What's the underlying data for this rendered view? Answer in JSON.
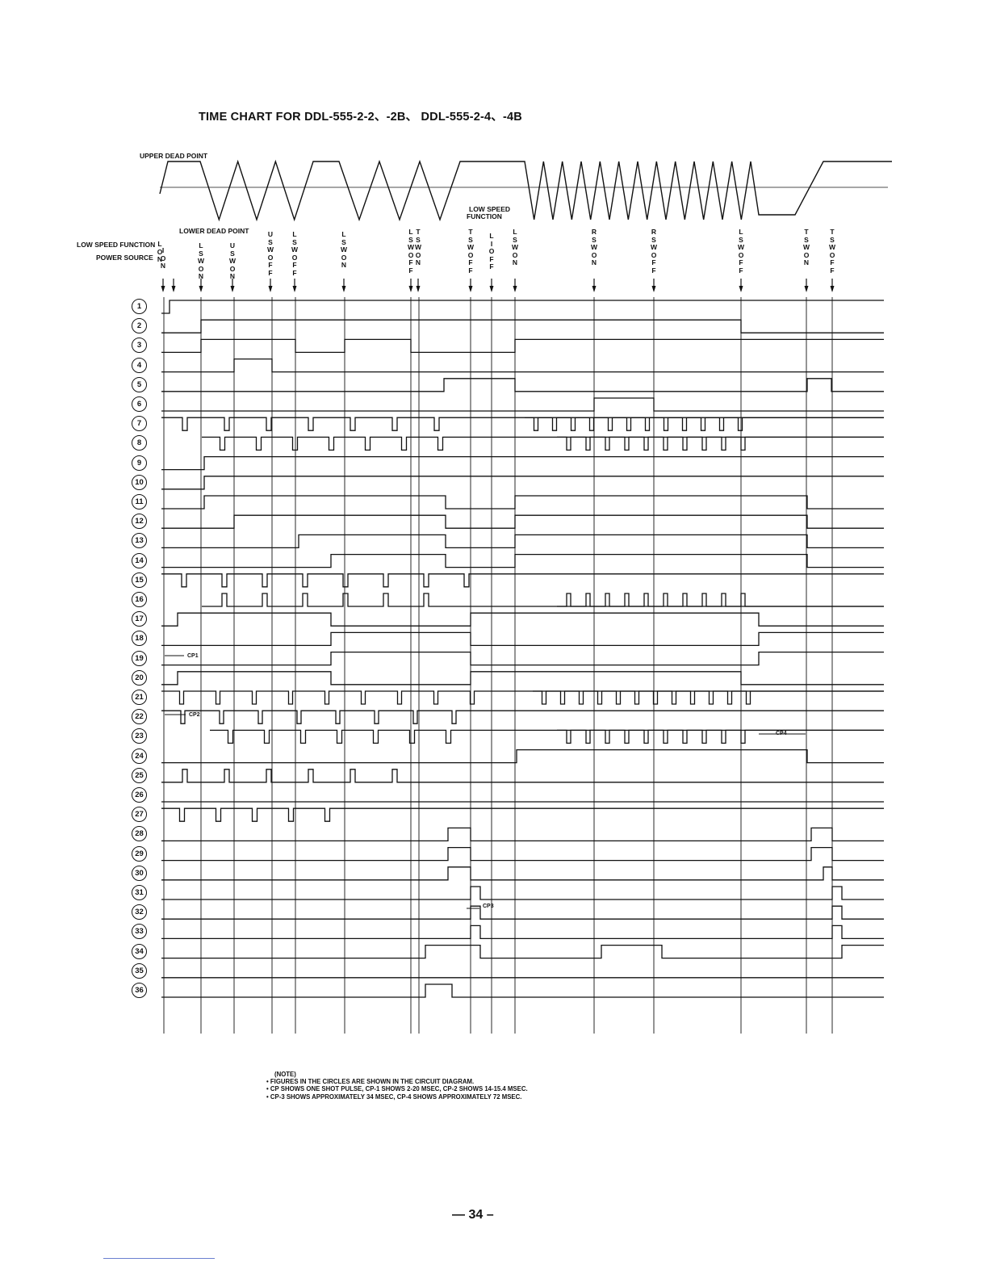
{
  "title": "TIME CHART FOR DDL-555-2-2、-2B、 DDL-555-2-4、-4B",
  "labels": {
    "upper_dead_point": "UPPER DEAD POINT",
    "lower_dead_point": "LOWER DEAD POINT",
    "low_speed_function_line1": "LOW SPEED",
    "low_speed_function_line2": "FUNCTION",
    "low_speed_function_row": "LOW SPEED FUNCTION",
    "power_source_row": "POWER SOURCE",
    "cp1": "CP1",
    "cp2": "CP2",
    "cp3": "CP3",
    "cp4": "CP4"
  },
  "events": [
    {
      "lines": [
        "L",
        "O",
        "N"
      ],
      "x_from_row": true
    },
    {
      "lines": [
        "I",
        "O",
        "N"
      ]
    },
    {
      "lines": [
        "L",
        "S",
        "W",
        "O",
        "N"
      ]
    },
    {
      "lines": [
        "U",
        "S",
        "W",
        "O",
        "N"
      ]
    },
    {
      "lines": [
        "U",
        "S",
        "W",
        "O",
        "F",
        "F"
      ]
    },
    {
      "lines": [
        "L",
        "S",
        "W",
        "O",
        "F",
        "F"
      ]
    },
    {
      "lines": [
        "L",
        "S",
        "W",
        "O",
        "N"
      ]
    },
    {
      "lines": [
        "L",
        "S",
        "W",
        "O",
        "F",
        "F"
      ]
    },
    {
      "lines": [
        "T",
        "S",
        "W",
        "O",
        "N"
      ]
    },
    {
      "lines": [
        "T",
        "S",
        "W",
        "O",
        "F",
        "F"
      ]
    },
    {
      "lines": [
        "L",
        "I",
        "O",
        "F",
        "F"
      ]
    },
    {
      "lines": [
        "L",
        "S",
        "W",
        "O",
        "N"
      ]
    },
    {
      "lines": [
        "R",
        "S",
        "W",
        "O",
        "N"
      ]
    },
    {
      "lines": [
        "R",
        "S",
        "W",
        "O",
        "F",
        "F"
      ]
    },
    {
      "lines": [
        "L",
        "S",
        "W",
        "O",
        "F",
        "F"
      ]
    },
    {
      "lines": [
        "T",
        "S",
        "W",
        "O",
        "N"
      ]
    },
    {
      "lines": [
        "T",
        "S",
        "W",
        "O",
        "F",
        "F"
      ]
    }
  ],
  "signals": [
    "1",
    "2",
    "3",
    "4",
    "5",
    "6",
    "7",
    "8",
    "9",
    "10",
    "11",
    "12",
    "13",
    "14",
    "15",
    "16",
    "17",
    "18",
    "19",
    "20",
    "21",
    "22",
    "23",
    "24",
    "25",
    "26",
    "27",
    "28",
    "29",
    "30",
    "31",
    "32",
    "33",
    "34",
    "35",
    "36"
  ],
  "notes": [
    "(NOTE)",
    "• FIGURES IN THE CIRCLES ARE SHOWN IN THE CIRCUIT DIAGRAM.",
    "• CP SHOWS ONE SHOT PULSE, CP-1 SHOWS 2-20 MSEC, CP-2 SHOWS 14-15.4 MSEC.",
    "• CP-3 SHOWS APPROXIMATELY 34 MSEC, CP-4 SHOWS APPROXIMATELY 72 MSEC."
  ],
  "page_number": "— 34 –"
}
